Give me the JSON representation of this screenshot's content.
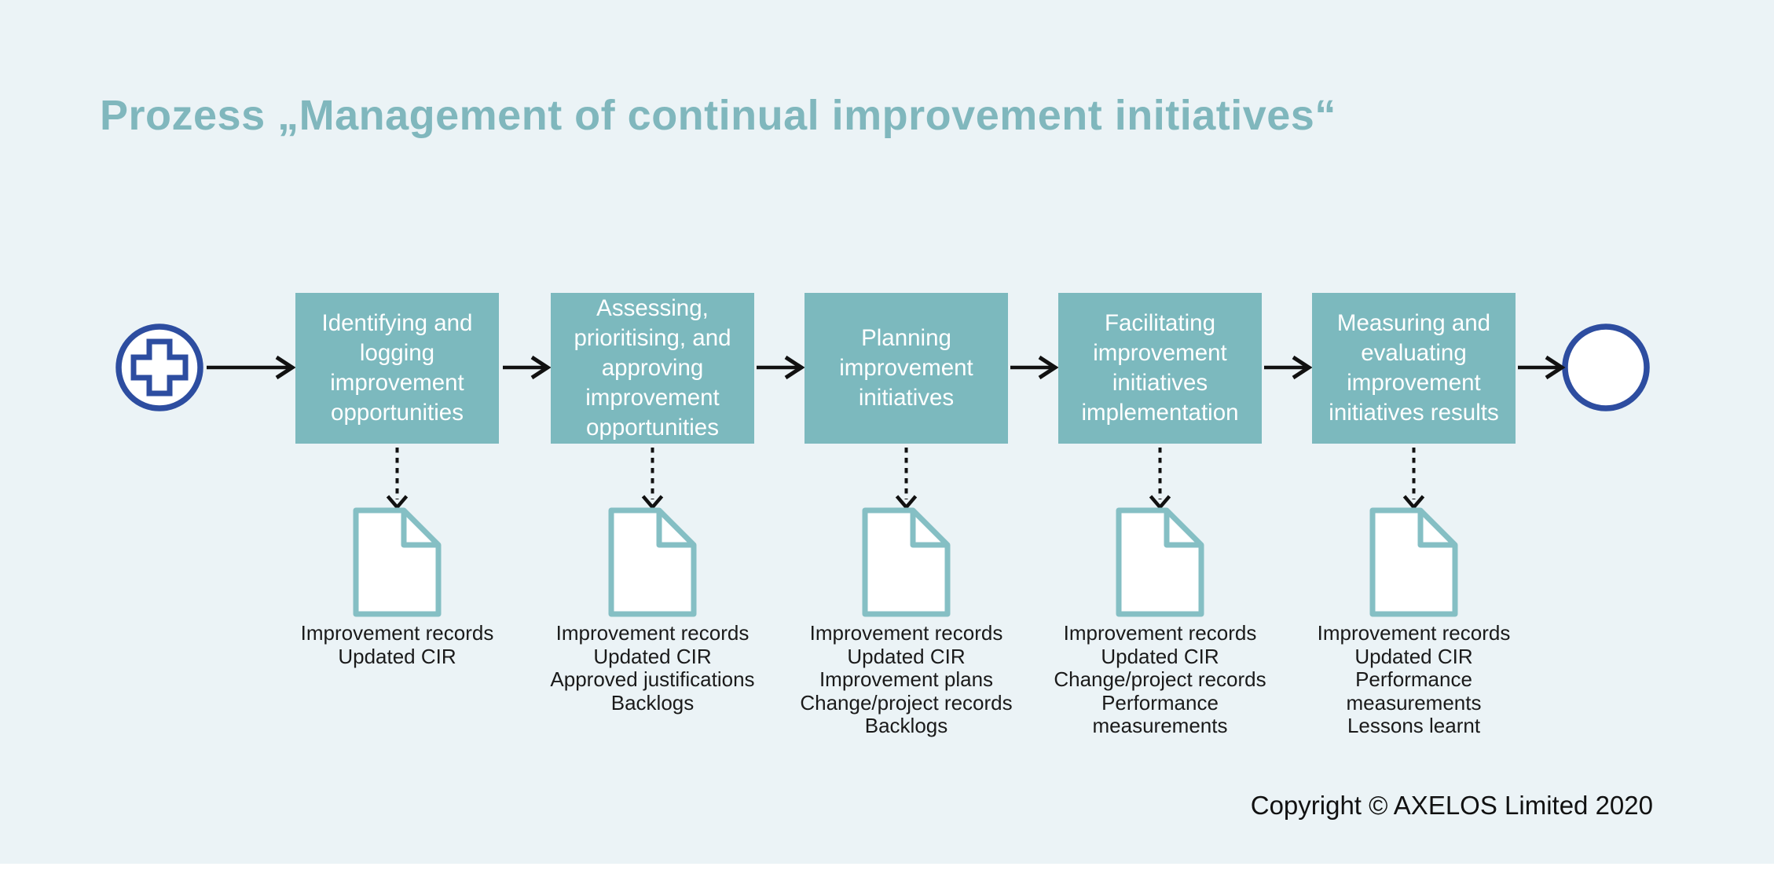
{
  "title": "Prozess „Management of continual improvement initiatives“",
  "copyright": "Copyright © AXELOS Limited 2020",
  "colors": {
    "background": "#EBF3F6",
    "box_fill": "#7CB9BE",
    "box_text": "#FFFFFF",
    "title_text": "#80B7BD",
    "event_border_blue": "#2D4DA0",
    "document_border": "#85BFC4",
    "arrow_black": "#111111",
    "body_text": "#1A1A1A",
    "bottom_strip": "#FFFFFF"
  },
  "icons": {
    "start_event": "plus-circle-icon",
    "end_event": "circle-icon",
    "step_output": "document-icon",
    "flow_connector": "arrow-right-icon",
    "output_connector": "dashed-arrow-down-icon"
  },
  "steps": [
    {
      "label": "Identifying and\nlogging\nimprovement\nopportunities",
      "output_lines": [
        "Improvement records",
        "Updated CIR"
      ]
    },
    {
      "label": "Assessing,\nprioritising, and\napproving\nimprovement\nopportunities",
      "output_lines": [
        "Improvement records",
        "Updated CIR",
        "Approved justifications",
        "Backlogs"
      ]
    },
    {
      "label": "Planning\nimprovement\ninitiatives",
      "output_lines": [
        "Improvement records",
        "Updated CIR",
        "Improvement plans",
        "Change/project records",
        "Backlogs"
      ]
    },
    {
      "label": "Facilitating\nimprovement\ninitiatives\nimplementation",
      "output_lines": [
        "Improvement records",
        "Updated CIR",
        "Change/project records",
        "Performance",
        "measurements"
      ]
    },
    {
      "label": "Measuring and\nevaluating\nimprovement\ninitiatives results",
      "output_lines": [
        "Improvement records",
        "Updated CIR",
        "Performance",
        "measurements",
        "Lessons learnt"
      ]
    }
  ]
}
